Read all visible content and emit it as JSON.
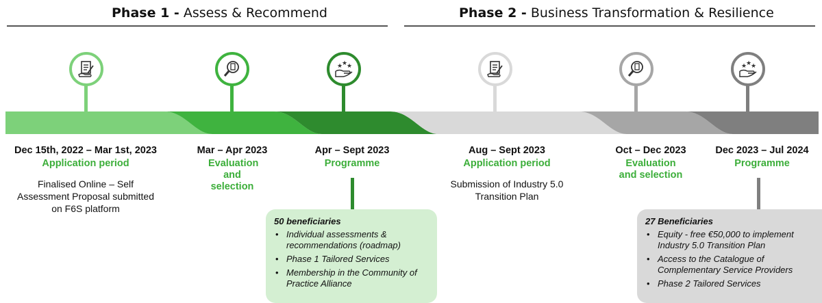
{
  "phases": [
    {
      "title_bold": "Phase 1 -",
      "title_rest": " Assess & Recommend"
    },
    {
      "title_bold": "Phase 2 -",
      "title_rest": " Business Transformation & Resilience"
    }
  ],
  "steps": [
    {
      "date": "Dec 15th, 2022 – Mar 1st, 2023",
      "label": "Application period",
      "desc": "Finalised Online – Self Assessment Proposal submitted on F6S platform",
      "icon": "document-pen-icon",
      "color": "#7dd17a",
      "label_color": "#3cae3a"
    },
    {
      "date": "Mar – Apr 2023",
      "label": "Evaluation and selection",
      "desc": "",
      "icon": "magnifier-document-icon",
      "color": "#3fb33f",
      "label_color": "#3cae3a"
    },
    {
      "date": "Apr – Sept 2023",
      "label": "Programme",
      "desc": "",
      "icon": "hand-stars-icon",
      "color": "#2e8b2e",
      "label_color": "#3cae3a"
    },
    {
      "date": "Aug – Sept 2023",
      "label": "Application period",
      "desc": "Submission of Industry 5.0 Transition Plan",
      "icon": "document-pen-icon",
      "color": "#d9d9d9",
      "label_color": "#3cae3a"
    },
    {
      "date": "Oct – Dec 2023",
      "label": "Evaluation and selection",
      "desc": "",
      "icon": "magnifier-document-icon",
      "color": "#a6a6a6",
      "label_color": "#3cae3a"
    },
    {
      "date": "Dec 2023 – Jul 2024",
      "label": "Programme",
      "desc": "",
      "icon": "hand-stars-icon",
      "color": "#7f7f7f",
      "label_color": "#3cae3a"
    }
  ],
  "boxes": [
    {
      "heading": "50 beneficiaries",
      "items": [
        "Individual assessments & recommendations (roadmap)",
        "Phase 1 Tailored Services",
        "Membership in the Community of Practice Alliance"
      ],
      "bg": "#d4efd2"
    },
    {
      "heading": "27 Beneficiaries",
      "items": [
        "Equity - free €50,000 to implement Industry 5.0 Transition Plan",
        "Access to the Catalogue of Complementary Service Providers",
        "Phase 2 Tailored Services"
      ],
      "bg": "#d9d9d9"
    }
  ]
}
